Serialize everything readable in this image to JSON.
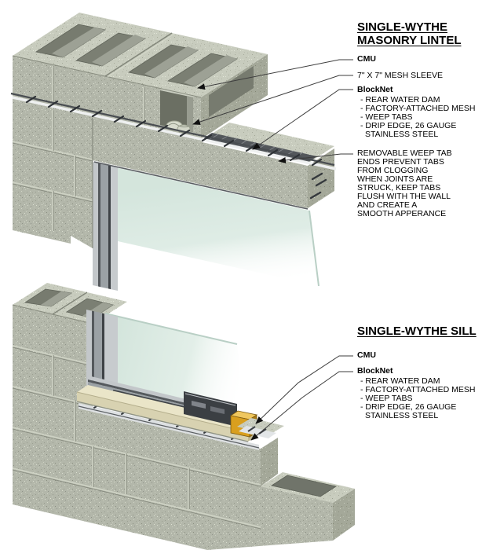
{
  "lintel_diagram": {
    "title_line1": "SINGLE-WYTHE",
    "title_line2": "MASONRY LINTEL",
    "label_cmu": "CMU",
    "label_mesh_sleeve": "7\" X 7\" MESH SLEEVE",
    "label_blocknet": "BlockNet",
    "blocknet_items": [
      "- REAR WATER DAM",
      "- FACTORY-ATTACHED MESH",
      "- WEEP TABS",
      "- DRIP EDGE, 26 GAUGE",
      "STAINLESS STEEL"
    ],
    "note_lines": [
      "REMOVABLE WEEP TAB",
      "ENDS PREVENT TABS",
      "FROM CLOGGING",
      "WHEN JOINTS ARE",
      "STRUCK, KEEP TABS",
      "FLUSH WITH THE WALL",
      "AND CREATE A",
      "SMOOTH APPERANCE"
    ]
  },
  "sill_diagram": {
    "title": "SINGLE-WYTHE SILL",
    "label_cmu": "CMU",
    "label_blocknet": "BlockNet",
    "blocknet_items": [
      "- REAR WATER DAM",
      "- FACTORY-ATTACHED MESH",
      "- WEEP TABS",
      "- DRIP EDGE, 26 GAUGE",
      "STAINLESS STEEL"
    ]
  },
  "colors": {
    "cmu_face": "#b3b7aa",
    "cmu_top": "#c8ccbe",
    "cmu_side": "#a4a899",
    "glass": "#d2e4db",
    "flashing_dark": "#4a4e52",
    "drip_edge": "#eef0f0",
    "frame_gray": "#9ba1a5",
    "wood_blocking": "#d99f1e",
    "precast_sill": "#eae5c8",
    "leader": "#3d3d3d"
  }
}
